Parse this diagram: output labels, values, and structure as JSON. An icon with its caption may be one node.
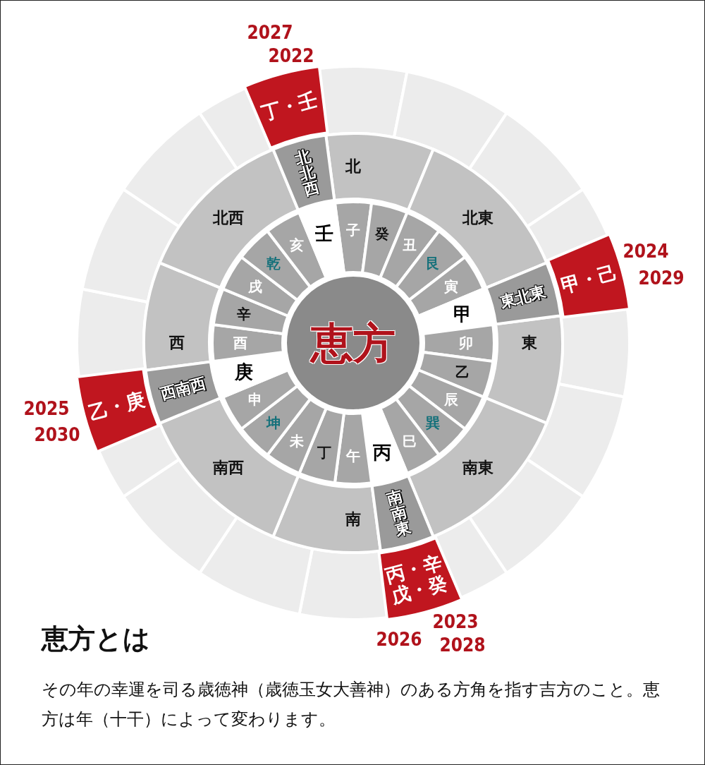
{
  "diagram": {
    "title": "恵方とは",
    "caption": "その年の幸運を司る歳徳神（歳徳玉女大善神）のある方角を指す吉方のこと。恵方は年（十干）によって変わります。",
    "nodes": [
      {
        "text": [
          "恵方"
        ]
      },
      {
        "text": [
          "子"
        ]
      },
      {
        "text": [
          "癸"
        ]
      },
      {
        "text": [
          "丑"
        ]
      },
      {
        "text": [
          "艮"
        ]
      },
      {
        "text": [
          "寅"
        ]
      },
      {
        "text": [
          "甲"
        ]
      },
      {
        "text": [
          "卯"
        ]
      },
      {
        "text": [
          "乙"
        ]
      },
      {
        "text": [
          "辰"
        ]
      },
      {
        "text": [
          "巽"
        ]
      },
      {
        "text": [
          "巳"
        ]
      },
      {
        "text": [
          "丙"
        ]
      },
      {
        "text": [
          "午"
        ]
      },
      {
        "text": [
          "丁"
        ]
      },
      {
        "text": [
          "未"
        ]
      },
      {
        "text": [
          "坤"
        ]
      },
      {
        "text": [
          "申"
        ]
      },
      {
        "text": [
          "庚"
        ]
      },
      {
        "text": [
          "酉"
        ]
      },
      {
        "text": [
          "辛"
        ]
      },
      {
        "text": [
          "戌"
        ]
      },
      {
        "text": [
          "乾"
        ]
      },
      {
        "text": [
          "亥"
        ]
      },
      {
        "text": [
          "壬"
        ]
      },
      {
        "text": [
          "北"
        ]
      },
      {
        "text": [
          "北東"
        ]
      },
      {
        "text": [
          "東"
        ]
      },
      {
        "text": [
          "南東"
        ]
      },
      {
        "text": [
          "南"
        ]
      },
      {
        "text": [
          "南西"
        ]
      },
      {
        "text": [
          "西"
        ]
      },
      {
        "text": [
          "北西"
        ]
      },
      {
        "text": [
          "北北西"
        ]
      },
      {
        "text": [
          "東北東"
        ]
      },
      {
        "text": [
          "南南東"
        ]
      },
      {
        "text": [
          "西南西"
        ]
      },
      {
        "text": [
          "丁・壬"
        ],
        "beside": [
          "2027",
          "2022"
        ]
      },
      {
        "text": [
          "甲・己"
        ],
        "beside": [
          "2024",
          "2029"
        ]
      },
      {
        "text": [
          "丙・辛",
          "戊・癸"
        ],
        "beside": [
          "2023",
          "2028",
          "2026"
        ]
      },
      {
        "text": [
          "乙・庚"
        ],
        "beside": [
          "2025",
          "2030"
        ]
      }
    ]
  }
}
